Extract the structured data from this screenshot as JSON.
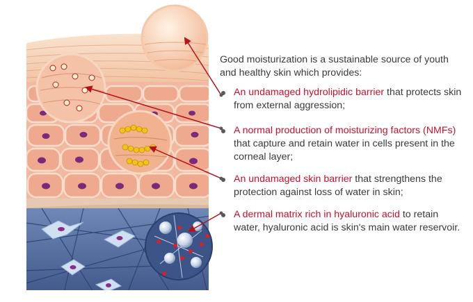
{
  "intro": "Good moisturization is a sustainable source of youth and healthy skin which provides:",
  "bullets": [
    {
      "highlight": "An undamaged hydrolipidic barrier",
      "text": " that protects skin from external aggression;"
    },
    {
      "highlight": "A normal production of moisturizing factors (NMFs)",
      "text": " that capture and retain water in cells present in the corneal layer;"
    },
    {
      "highlight": "An undamaged skin barrier",
      "text": " that strengthens the protection against loss of water in skin;"
    },
    {
      "highlight": "A dermal matrix rich in hyaluronic acid",
      "text": " to retain water, hyaluronic acid is skin's main water reservoir."
    }
  ],
  "colors": {
    "highlight": "#c8102e",
    "body_text": "#3a3a3a",
    "arrow": "#b5121b",
    "corneum": "#f3c9a8",
    "epidermis": "#f0b39a",
    "dermis": "#5d79a8",
    "nucleus": "#7b2a7a"
  }
}
